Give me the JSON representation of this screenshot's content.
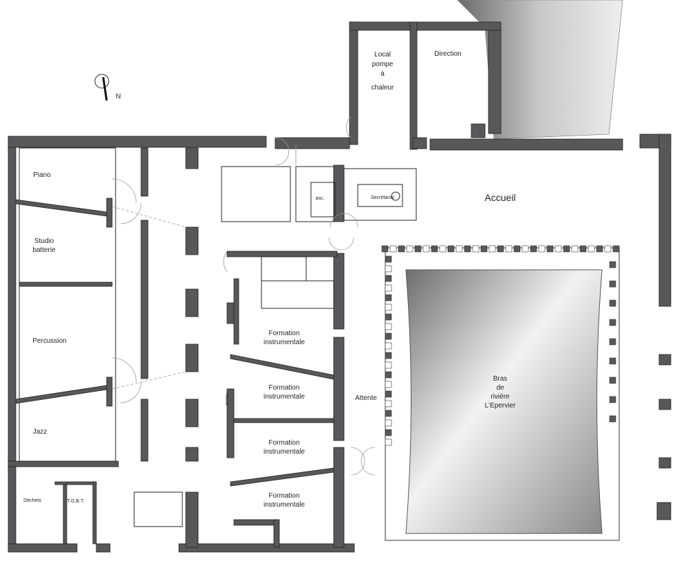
{
  "compass": {
    "label": "N"
  },
  "rooms": {
    "local_pompe": [
      "Local",
      "pompe",
      "à",
      "chaleur"
    ],
    "direction": "Direction",
    "piano": "Piano",
    "studio_batterie": [
      "Studio",
      "batterie"
    ],
    "percussion": "Percussion",
    "jazz": "Jazz",
    "dechets": "Déchets",
    "tgbt": "T.G.B.T.",
    "asc": "asc.",
    "secretariat": "Secrétariat",
    "accueil": "Accueil",
    "formation": [
      [
        "Formation",
        "instrumentale"
      ],
      [
        "Formation",
        "instrumentale"
      ],
      [
        "Formation",
        "instrumentale"
      ],
      [
        "Formation",
        "instrumentale"
      ]
    ],
    "attente": "Attente",
    "attente_small": "Attente",
    "bras_riviere": [
      "Bras",
      "de",
      "rivière",
      "L'Epervier"
    ]
  },
  "colors": {
    "wall": "#58585a",
    "water": "#9a9a9a",
    "background": "#ffffff"
  }
}
